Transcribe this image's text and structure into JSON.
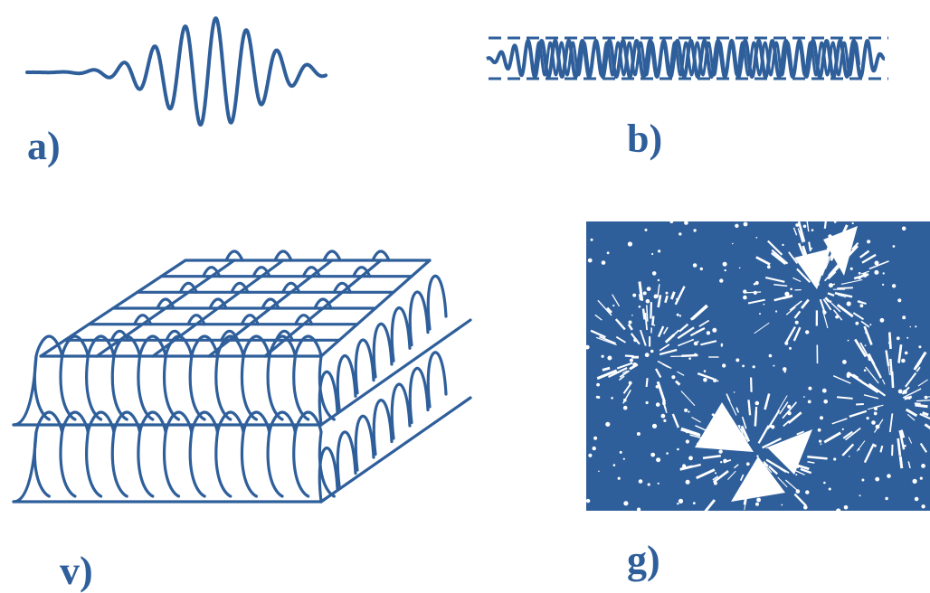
{
  "colors": {
    "ink": "#2f5f9b",
    "background": "#ffffff"
  },
  "labels": {
    "a": "a)",
    "b": "b)",
    "v": "v)",
    "g": "g)"
  },
  "panels": [
    {
      "id": "a",
      "content": "wave-packet"
    },
    {
      "id": "b",
      "content": "wave-train-within-envelope"
    },
    {
      "id": "v",
      "content": "3d-standing-wave-lattice"
    },
    {
      "id": "g",
      "content": "speckle-pattern-photo"
    }
  ]
}
